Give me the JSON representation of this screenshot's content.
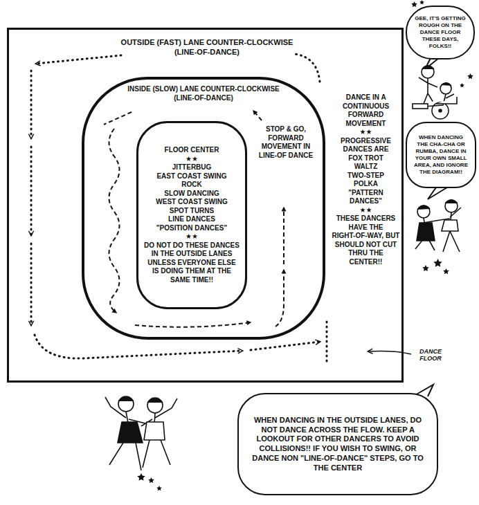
{
  "diagram": {
    "nodes": [
      {
        "text": [
          "OUTSIDE (FAST) LANE COUNTER-CLOCKWISE (LINE-OF-DANCE)",
          "DANCE IN A CONTINUOUS FORWARD MOVEMENT",
          "★★",
          "PROGRESSIVE DANCES ARE",
          "FOX TROT",
          "WALTZ",
          "TWO-STEP",
          "POLKA",
          "\"PATTERN DANCES\"",
          "★★",
          "THESE DANCERS HAVE THE RIGHT-OF-WAY, BUT SHOULD NOT CUT THRU THE CENTER!!"
        ]
      },
      {
        "text": [
          "INSIDE (SLOW) LANE COUNTER-CLOCKWISE (LINE-OF-DANCE)",
          "STOP & GO, FORWARD MOVEMENT IN LINE-OF DANCE"
        ],
        "in": 0
      },
      {
        "text": [
          "FLOOR CENTER",
          "★★",
          "JITTERBUG",
          "EAST COAST SWING",
          "ROCK",
          "SLOW DANCING",
          "WEST COAST SWING",
          "SPOT TURNS",
          "LINE DANCES",
          "\"POSITION DANCES\"",
          "★★",
          "DO NOT DO THESE DANCES IN THE OUTSIDE LANES UNLESS EVERYONE ELSE IS DOING THEM AT THE SAME TIME!!"
        ],
        "in": 1
      },
      {
        "text": [
          "GEE, IT'S GETTING ROUGH ON THE DANCE FLOOR THESE DAYS, FOLKS!!"
        ]
      },
      {
        "text": [
          "WHEN DANCING THE CHA-CHA OR RUMBA, DANCE IN YOUR OWN SMALL AREA, AND IGNORE THE DIAGRAM!!"
        ]
      },
      {
        "text": [
          "WHEN DANCING IN THE OUTSIDE LANES, DO NOT DANCE ACROSS THE FLOW. KEEP A LOOKOUT FOR OTHER DANCERS TO AVOID COLLISIONS!! IF YOU WISH TO SWING, OR DANCE NON \"LINE-OF-DANCE\" STEPS, GO TO THE CENTER"
        ]
      }
    ],
    "labels": [
      "DANCE FLOOR"
    ]
  }
}
